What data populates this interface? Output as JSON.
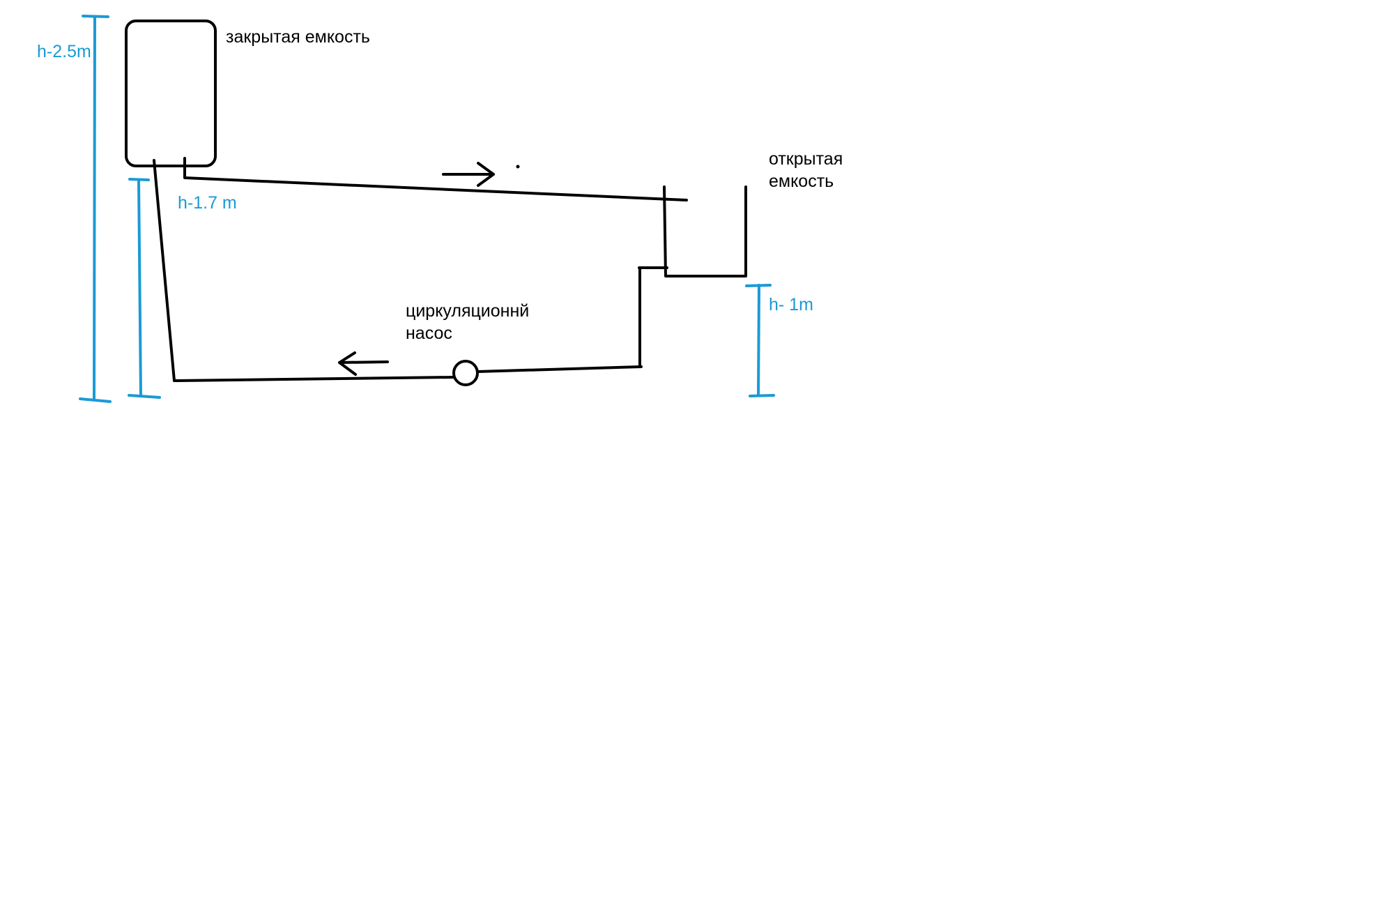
{
  "labels": {
    "closed_tank": "закрытая емкость",
    "open_tank_line1": "открытая",
    "open_tank_line2": "емкость",
    "pump_line1": "циркуляционнй",
    "pump_line2": "насос"
  },
  "dimensions": {
    "total_height": "h-2.5m",
    "outlet_height": "h-1.7 m",
    "open_tank_height": "h- 1m"
  },
  "colors": {
    "ink": "#000000",
    "dimension": "#1a9ad6",
    "background": "#ffffff"
  }
}
